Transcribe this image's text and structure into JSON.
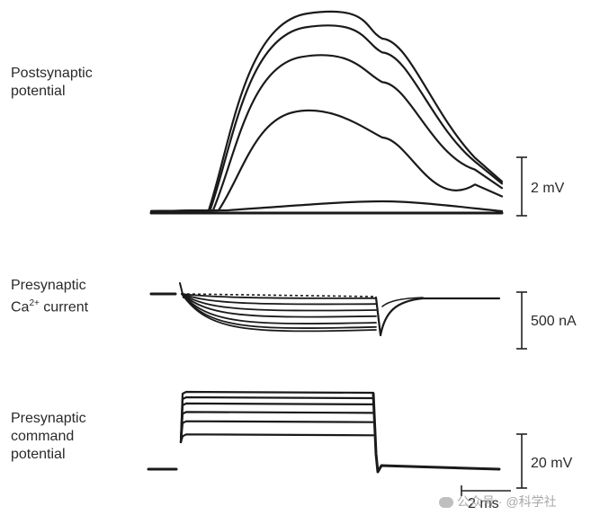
{
  "labels": {
    "postsynaptic": [
      "Postsynaptic",
      "potential"
    ],
    "calcium": {
      "line1": "Presynaptic",
      "ca": "Ca",
      "sup": "2+",
      "rest": " current"
    },
    "command": [
      "Presynaptic",
      "command",
      "potential"
    ]
  },
  "scale_bars": {
    "mv2": "2 mV",
    "na500": "500 nA",
    "mv20": "20 mV",
    "ms2": "2 ms"
  },
  "watermark": "公众号 · @科学社",
  "trace_color": "#1a1a1a",
  "psp_peaks_relative": [
    0.05,
    0.5,
    0.78,
    0.93,
    1.0
  ],
  "ca_levels_relative": [
    0.12,
    0.28,
    0.45,
    0.62,
    0.8,
    0.92,
    1.0
  ],
  "command_steps_relative": [
    0.45,
    0.62,
    0.74,
    0.85,
    0.93,
    1.0
  ]
}
